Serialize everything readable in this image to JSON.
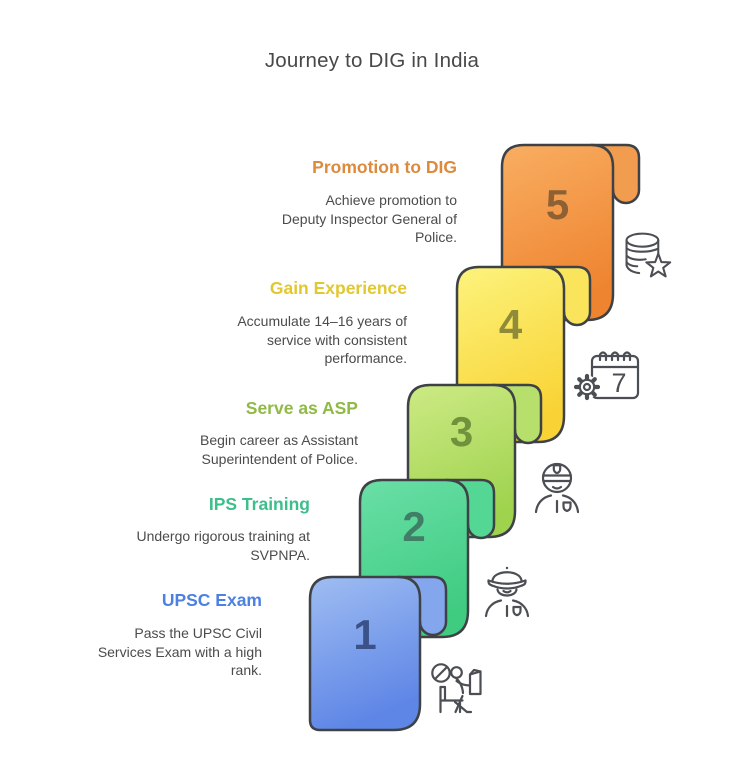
{
  "page": {
    "title": "Journey to DIG in India"
  },
  "steps": [
    {
      "number": "1",
      "title": "UPSC Exam",
      "description": "Pass the UPSC Civil\nServices Exam with a high\nrank.",
      "icon": "exam-writing-icon",
      "colors": {
        "gradient_top": "#9FBDF2",
        "gradient_bottom": "#5E86E6",
        "flap": "#84A6ED",
        "number": "#3A5288",
        "title": "#4C80E1"
      }
    },
    {
      "number": "2",
      "title": "IPS Training",
      "description": "Undergo rigorous training at\nSVPNPA.",
      "icon": "police-cap-officer-icon",
      "colors": {
        "gradient_top": "#6ADFA7",
        "gradient_bottom": "#3FCC81",
        "flap": "#54D694",
        "number": "#417E68",
        "title": "#3DBE8B"
      }
    },
    {
      "number": "3",
      "title": "Serve as ASP",
      "description": "Begin career as Assistant\nSuperintendent of Police.",
      "icon": "police-helmet-officer-icon",
      "colors": {
        "gradient_top": "#CDEA85",
        "gradient_bottom": "#9FD34E",
        "flap": "#B7DF6B",
        "number": "#70923C",
        "title": "#8FBA44"
      }
    },
    {
      "number": "4",
      "title": "Gain Experience",
      "description": "Accumulate 14–16 years of\nservice with consistent\nperformance.",
      "icon": "calendar-gear-icon",
      "colors": {
        "gradient_top": "#FCF37D",
        "gradient_bottom": "#F9D335",
        "flap": "#FAE45C",
        "number": "#8F8B38",
        "title": "#E2C82F"
      }
    },
    {
      "number": "5",
      "title": "Promotion to DIG",
      "description": "Achieve promotion to\nDeputy Inspector General of\nPolice.",
      "icon": "database-star-icon",
      "colors": {
        "gradient_top": "#F9AE62",
        "gradient_bottom": "#EE8430",
        "flap": "#F29C4F",
        "number": "#8D6134",
        "title": "#DD8A3E"
      }
    }
  ]
}
